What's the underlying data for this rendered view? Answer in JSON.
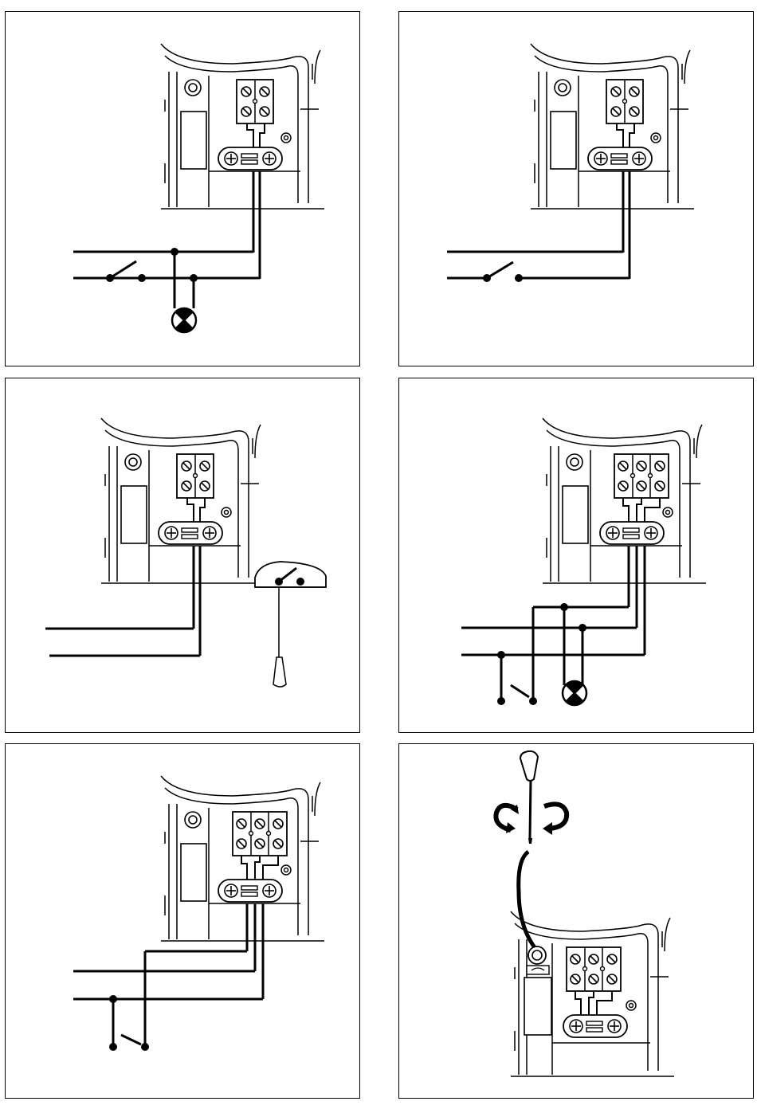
{
  "figure": {
    "panels": [
      {
        "id": "1",
        "terminals": 2,
        "devices": [
          "switch",
          "lamp"
        ]
      },
      {
        "id": "2",
        "terminals": 2,
        "devices": [
          "switch"
        ]
      },
      {
        "id": "3",
        "terminals": 2,
        "devices": [
          "pull-cord-switch"
        ]
      },
      {
        "id": "4",
        "terminals": 3,
        "devices": [
          "switch",
          "lamp"
        ]
      },
      {
        "id": "5",
        "terminals": 3,
        "devices": [
          "switch"
        ]
      },
      {
        "id": "6",
        "terminals": 3,
        "devices": [
          "screwdriver",
          "rotation-arrows",
          "adjuster"
        ]
      }
    ]
  }
}
